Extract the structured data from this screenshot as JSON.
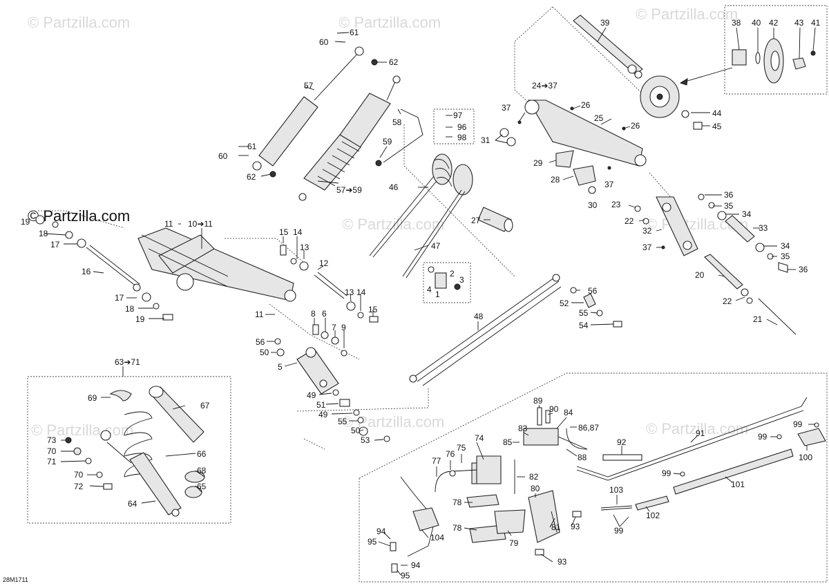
{
  "watermark": {
    "site": "© Partzilla.com",
    "site_large": "© Partzilla.com"
  },
  "diagram_code": "28M1711",
  "labels": [
    "61",
    "60",
    "62",
    "57",
    "58",
    "59",
    "61",
    "60",
    "62",
    "57➔59",
    "97",
    "96",
    "98",
    "46",
    "27",
    "47",
    "4",
    "2",
    "1",
    "3",
    "39",
    "38",
    "40",
    "42",
    "43",
    "41",
    "24➔37",
    "26",
    "37",
    "25",
    "26",
    "44",
    "45",
    "31",
    "29",
    "28",
    "37",
    "30",
    "36",
    "35",
    "23",
    "34",
    "22",
    "32",
    "33",
    "37",
    "34",
    "35",
    "36",
    "20",
    "22",
    "21",
    "19",
    "18",
    "17",
    "16",
    "17",
    "18",
    "19",
    "11",
    "10➔11",
    "15",
    "14",
    "13",
    "12",
    "13",
    "14",
    "15",
    "11",
    "8",
    "6",
    "7",
    "9",
    "56",
    "50",
    "5",
    "49",
    "51",
    "49",
    "55",
    "50",
    "53",
    "48",
    "56",
    "52",
    "55",
    "54",
    "63➔71",
    "69",
    "67",
    "73",
    "70",
    "71",
    "70",
    "72",
    "66",
    "68",
    "65",
    "64",
    "89",
    "90",
    "84",
    "83",
    "86,87",
    "74",
    "75",
    "76",
    "77",
    "85",
    "88",
    "82",
    "78",
    "80",
    "78",
    "79",
    "81",
    "93",
    "93",
    "94",
    "95",
    "104",
    "94",
    "95",
    "92",
    "91",
    "99",
    "99",
    "100",
    "99",
    "101",
    "103",
    "102",
    "99"
  ]
}
